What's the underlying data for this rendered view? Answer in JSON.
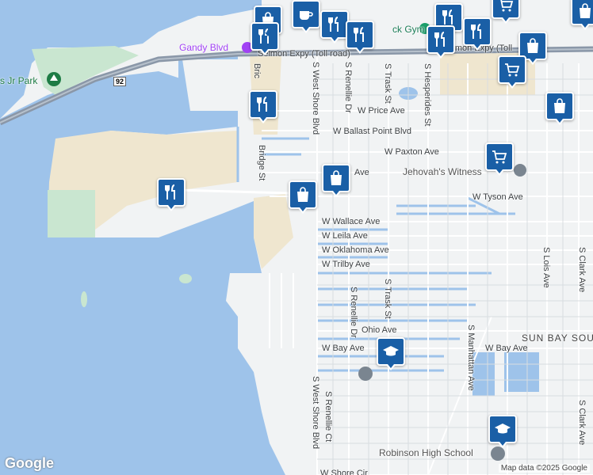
{
  "map": {
    "colors": {
      "water": "#9ec3ea",
      "land": "#f1f3f4",
      "sand": "#efe6cf",
      "park": "#c9e6d0",
      "road": "#ffffff",
      "highway": "#8a97a8",
      "pin": "#1a5fa6"
    },
    "labels": {
      "gandy_blvd": "Gandy Blvd",
      "selmon": "Selmon Expy (Toll road)",
      "selmon_right": "Selmon Expy (Toll",
      "park": "s Jr Park",
      "route_92": "92",
      "gym": "ck Gym",
      "price": "W Price Ave",
      "ballast": "W Ballast Point Blvd",
      "paxton": "W Paxton Ave",
      "ave_frag": "Ave",
      "jehovah": "Jehovah's Witness",
      "tyson": "W Tyson Ave",
      "wallace": "W Wallace Ave",
      "leila": "W Leila Ave",
      "oklahoma": "W Oklahoma Ave",
      "trilby": "W Trilby Ave",
      "ohio": "Ohio Ave",
      "bay_ave_left": "W Bay Ave",
      "bay_ave_right": "W Bay Ave",
      "sun_bay": "SUN BAY SOU",
      "robinson": "Robinson High School",
      "shore_cir": "W Shore Cir",
      "bridge_st": "Bridge St",
      "bric": "Bric",
      "west_shore_top": "S West Shore Blvd",
      "west_shore_bottom": "S West Shore Blvd",
      "renellie_top": "S Renellie Dr",
      "renellie_mid": "S Renellie Dr",
      "renellie_ct": "S Renellie Ct",
      "trask_top": "S Trask St",
      "trask_mid": "S Trask St",
      "hesperides": "S Hesperides St",
      "manhattan": "S Manhattan Ave",
      "lois": "S Lois Ave",
      "clark_top": "S Clark Ave",
      "clark_bottom": "S Clark Ave"
    },
    "google": "Google",
    "attribution": "Map data ©2025 Google"
  }
}
